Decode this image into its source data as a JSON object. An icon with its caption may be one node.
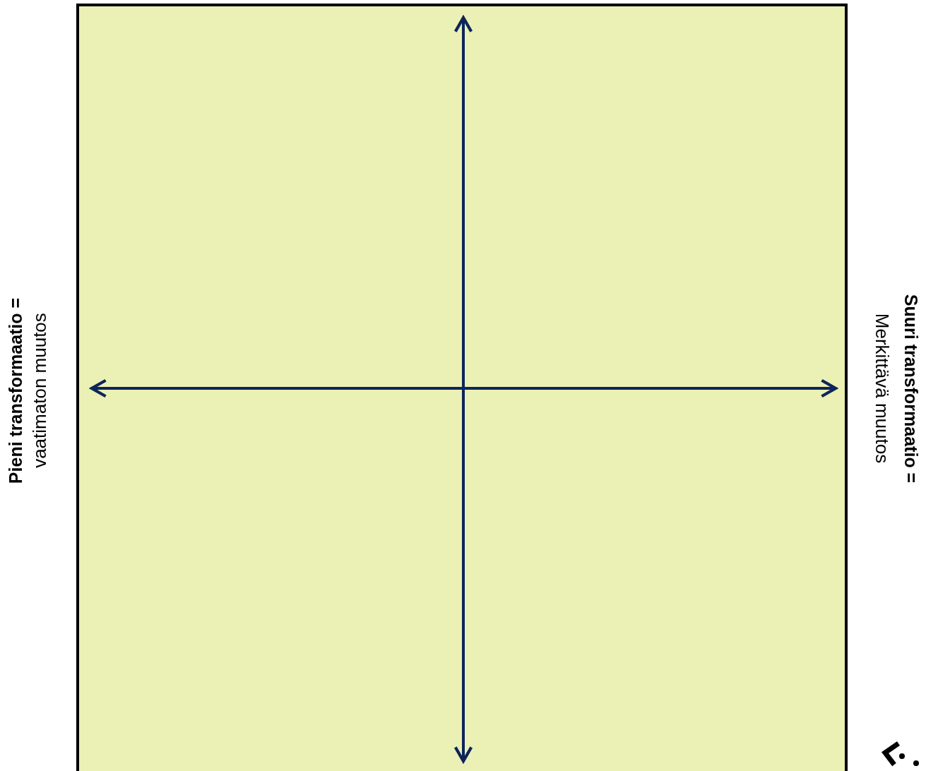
{
  "diagram": {
    "labels": [
      "Pieni transformaatio =",
      "vaatimaton muutos",
      "Suuri transformaatio =",
      "Merkittävä muutos"
    ]
  }
}
